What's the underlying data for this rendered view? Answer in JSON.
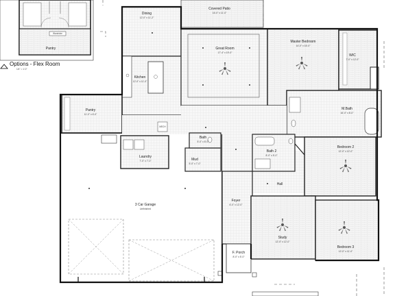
{
  "options_title": "Options - Flex Room",
  "options_scale": "1/4\" = 1'-0\"",
  "rooms": [
    {
      "id": "covered-patio",
      "name": "Covered Patio",
      "dim": "16'-0\" x 11'-0\""
    },
    {
      "id": "dining",
      "name": "Dining",
      "dim": "12'-0\" x 11'-2\""
    },
    {
      "id": "great-room",
      "name": "Great Room",
      "dim": "17'-4\" x 19'-0\""
    },
    {
      "id": "master-bedroom",
      "name": "Master Bedroom",
      "dim": "14'-0\" x 16'-0\""
    },
    {
      "id": "wic",
      "name": "WIC",
      "dim": "7'-0\" x 12'-0\""
    },
    {
      "id": "kitchen",
      "name": "Kitchen",
      "dim": "12'-0\" x 11'-0\""
    },
    {
      "id": "pantry",
      "name": "Pantry",
      "dim": "11'-0\" x 6'-0\""
    },
    {
      "id": "m-bath",
      "name": "M.Bath",
      "dim": "16'-0\" x 8'-0\""
    },
    {
      "id": "laundry",
      "name": "Laundry",
      "dim": "7'-0\" x 7'-0\""
    },
    {
      "id": "mud",
      "name": "Mud",
      "dim": "5'-0\" x 7'-0\""
    },
    {
      "id": "bath",
      "name": "Bath",
      "dim": "5'-0\" x 8'-0\""
    },
    {
      "id": "bath-2",
      "name": "Bath 2",
      "dim": "8'-0\" x 5'-0\""
    },
    {
      "id": "bedroom-2",
      "name": "Bedroom 2",
      "dim": "12'-0\" x 12'-0\""
    },
    {
      "id": "hall",
      "name": "Hall",
      "dim": ""
    },
    {
      "id": "garage",
      "name": "3 Car Garage",
      "dim": "Unfinished"
    },
    {
      "id": "foyer",
      "name": "Foyer",
      "dim": "6'-0\" x 12'-0\""
    },
    {
      "id": "study",
      "name": "Study",
      "dim": "12'-0\" x 12'-0\""
    },
    {
      "id": "bedroom-3",
      "name": "Bedroom 3",
      "dim": "12'-0\" x 11'-0\""
    },
    {
      "id": "f-porch",
      "name": "F. Porch",
      "dim": "8'-0\" x 5'-0\""
    },
    {
      "id": "flex-pantry",
      "name": "Pantry",
      "dim": ""
    }
  ],
  "misc": {
    "wardrobe": "Wardrobe",
    "mech": "MECH"
  }
}
